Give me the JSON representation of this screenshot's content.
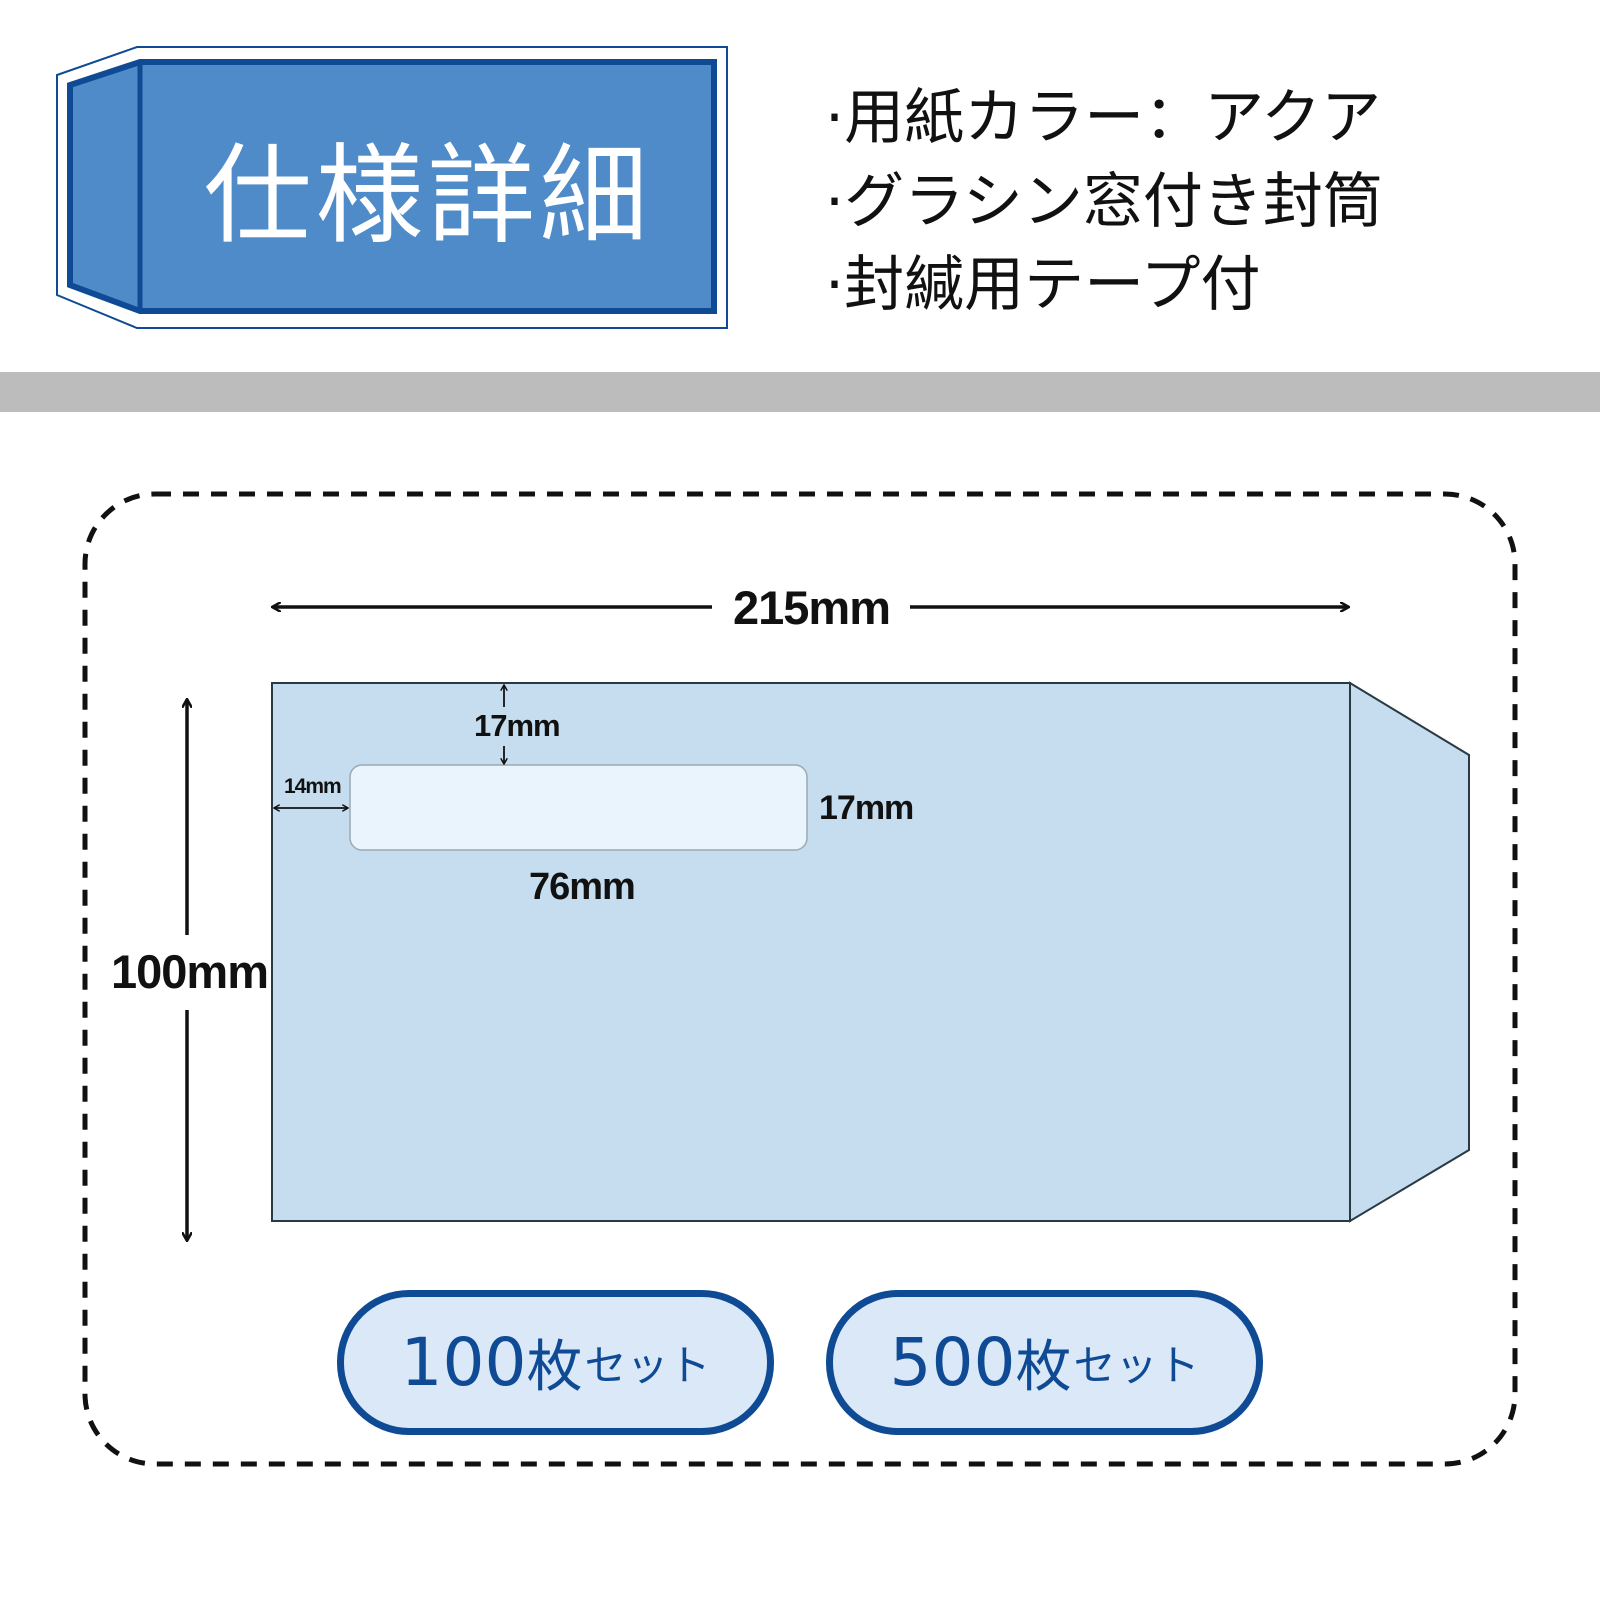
{
  "header": {
    "title": "仕様詳細",
    "colors": {
      "fill": "#4f8bc9",
      "border": "#0f4a95"
    }
  },
  "specs": [
    {
      "label": "·用紙カラー：アクア"
    },
    {
      "label": "·グラシン窓付き封筒"
    },
    {
      "label": "·封緘用テープ付"
    }
  ],
  "envelope": {
    "width_label": "215mm",
    "height_label": "100mm",
    "window": {
      "top_offset_label": "17mm",
      "left_offset_label": "14mm",
      "height_label": "17mm",
      "width_label": "76mm"
    },
    "colors": {
      "body": "#c5ddee",
      "window": "#eaf4fc",
      "outline": "#2a3a45"
    }
  },
  "sets": [
    {
      "count": "100",
      "unit": "枚",
      "suffix": "セット"
    },
    {
      "count": "500",
      "unit": "枚",
      "suffix": "セット"
    }
  ]
}
